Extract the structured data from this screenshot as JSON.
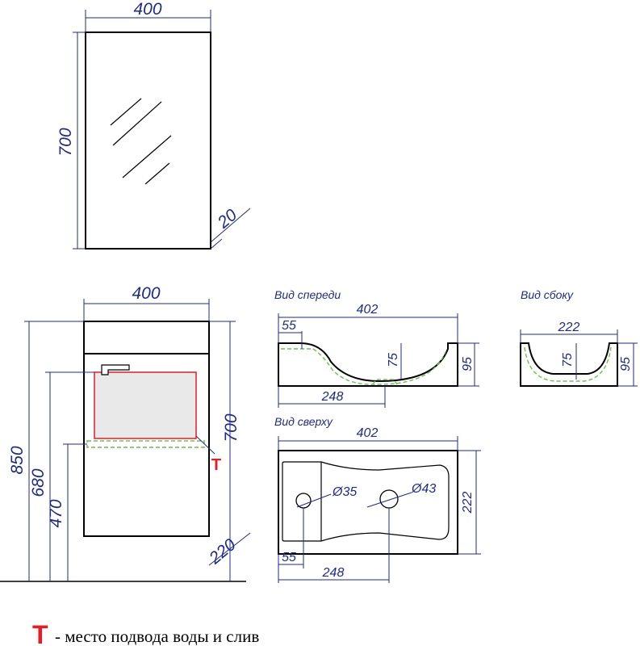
{
  "mirror": {
    "width": "400",
    "height": "700",
    "depth": "20"
  },
  "cabinet": {
    "width": "400",
    "height_total": "850",
    "height_680": "680",
    "height_470": "470",
    "height_700": "700",
    "depth": "220"
  },
  "front_view": {
    "caption": "Вид спереди",
    "width": "402",
    "offset": "55",
    "drain_offset": "248",
    "depth": "75",
    "height": "95"
  },
  "side_view": {
    "caption": "Вид сбоку",
    "width": "222",
    "depth": "75",
    "height": "95"
  },
  "top_view": {
    "caption": "Вид сверху",
    "width": "402",
    "depth": "222",
    "hole_small": "Ø35",
    "hole_large": "Ø43",
    "offset": "55",
    "drain_offset": "248"
  },
  "legend": {
    "symbol": "T",
    "text": "- место подвода воды и слив"
  },
  "colors": {
    "dimension": "#1f2a8c",
    "outline": "#000000",
    "connection_marker": "#e41e26",
    "dashed_basin": "#6cc24a",
    "panel_fill": "#e9e9e9"
  }
}
